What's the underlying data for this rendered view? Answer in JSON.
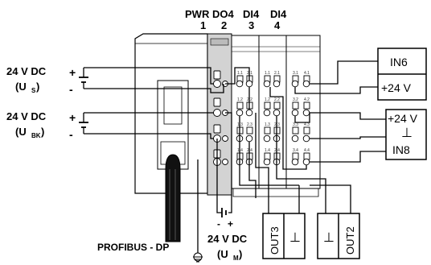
{
  "header": {
    "modules": [
      {
        "name": "PWR",
        "num": "1"
      },
      {
        "name": "DO4",
        "num": "2"
      },
      {
        "name": "DI4",
        "num": "3"
      },
      {
        "name": "DI4",
        "num": "4"
      }
    ]
  },
  "supplies": {
    "us": {
      "voltage": "24 V DC",
      "symbol": "(U",
      "sub": "S",
      "close": ")"
    },
    "ubk": {
      "voltage": "24 V DC",
      "symbol": "(U",
      "sub": "BK",
      "close": ")"
    },
    "um": {
      "voltage": "24 V DC",
      "symbol": "(U",
      "sub": "M",
      "close": ")"
    },
    "plus": "+",
    "minus": "-"
  },
  "devices": {
    "in6": "IN6",
    "plus24a": "+24 V",
    "plus24b": "+24 V",
    "ground_sym": "⊥",
    "in8": "IN8",
    "out3": "OUT3",
    "out2": "OUT2"
  },
  "bus": {
    "label": "PROFIBUS - DP"
  },
  "terminals": {
    "col2": [
      "1.1",
      "2.1",
      "1.2",
      "2.2",
      "1.3",
      "2.3",
      "1.4",
      "2.4"
    ],
    "col3": [
      "1.1",
      "2.1",
      "1.2",
      "2.2",
      "1.3",
      "2.3",
      "1.4",
      "2.4"
    ],
    "col4": [
      "3.1",
      "4.1",
      "3.2",
      "4.2",
      "3.3",
      "4.3",
      "3.4",
      "4.4"
    ]
  }
}
